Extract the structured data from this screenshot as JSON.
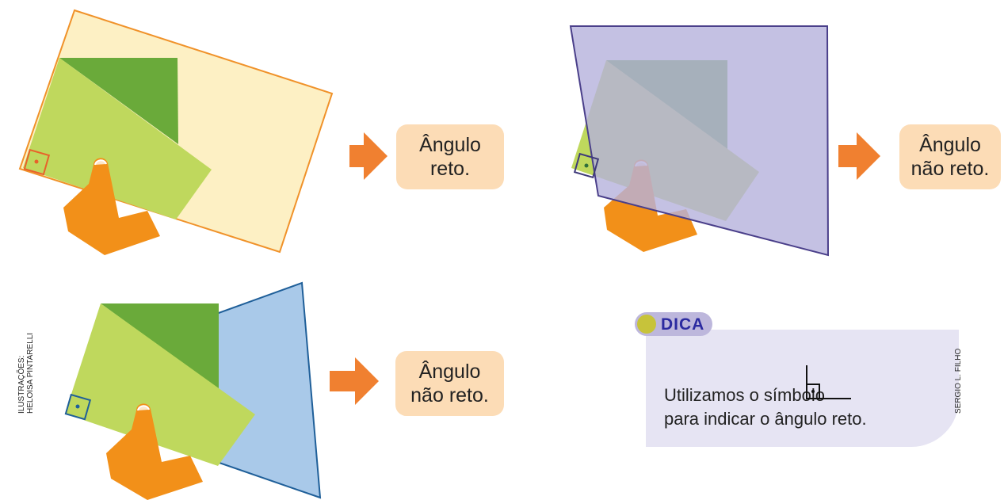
{
  "labels": {
    "top_left": [
      "Ângulo",
      "reto."
    ],
    "top_right": [
      "Ângulo",
      "não reto."
    ],
    "bottom": [
      "Ângulo",
      "não reto."
    ]
  },
  "tip": {
    "heading": "DICA",
    "line1": "Utilizamos o símbolo",
    "line2": "para indicar o ângulo reto.",
    "symbol_icon": "right-angle-symbol-icon"
  },
  "credits": {
    "illustrations": [
      "ILUSTRAÇÕES:",
      "HELOISA PINTARELLI"
    ],
    "photo": "SERGIO L. FILHO"
  },
  "colors": {
    "orange_arrow": "#f08030",
    "hand": "#f29019",
    "paper_light_green": "#bfd85d",
    "paper_dark_green": "#6aaa3a",
    "label_bg": "#fcdcb6",
    "yellow_sheet": "#fdf0c4",
    "purple_sheet": "#b5b1dc",
    "blue_triangle": "#a9c9e9",
    "dica_panel": "#e6e4f3"
  }
}
